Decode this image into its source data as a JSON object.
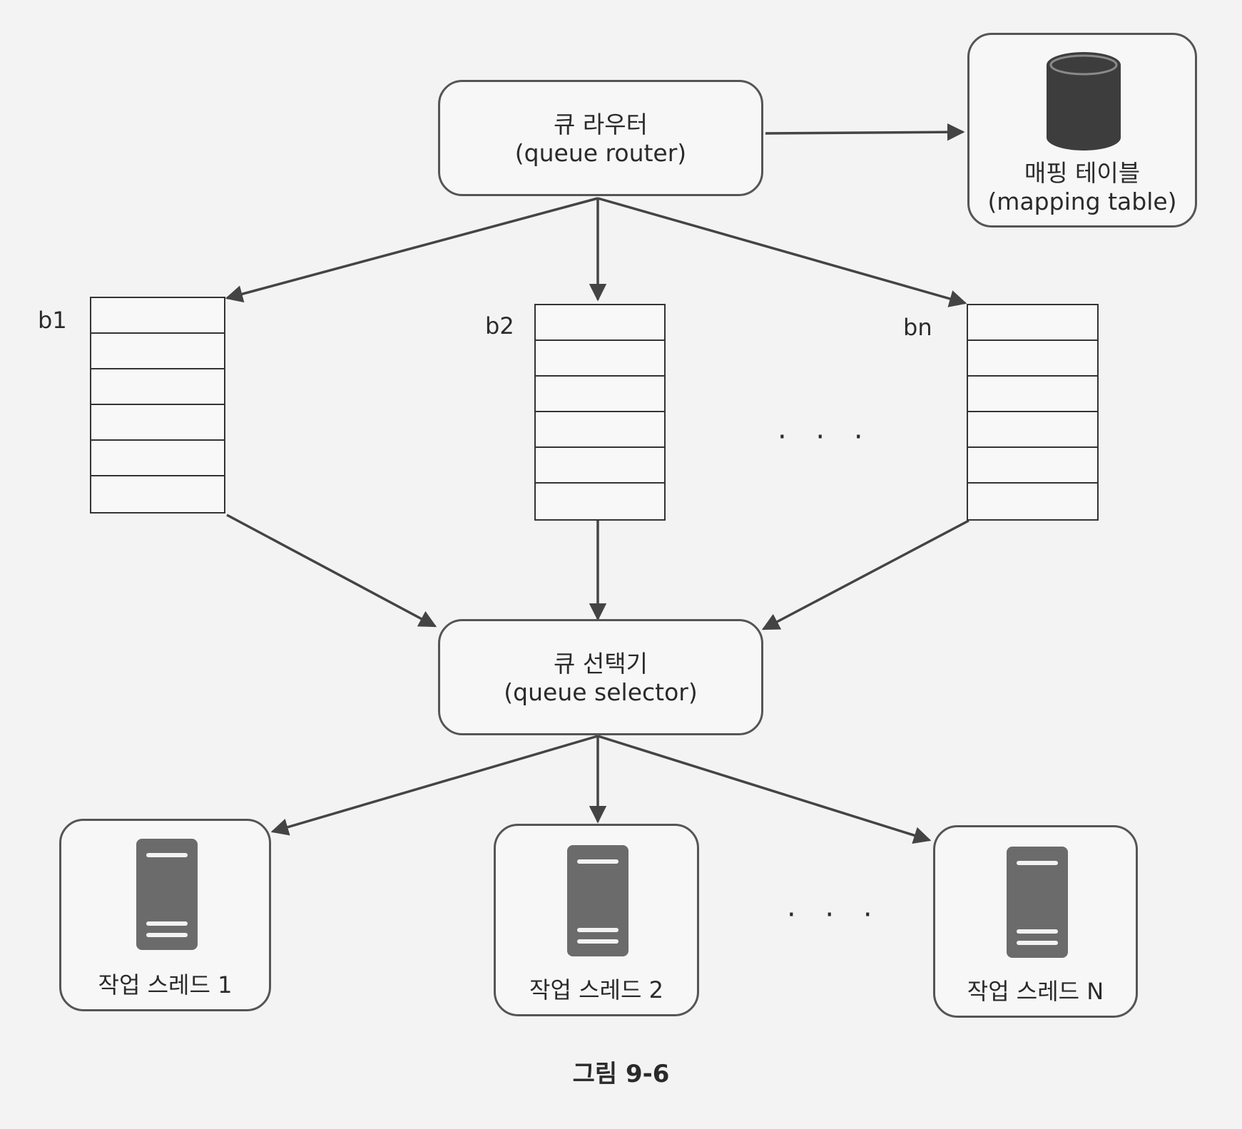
{
  "router": {
    "line1": "큐 라우터",
    "line2": "(queue router)"
  },
  "mapping": {
    "line1": "매핑 테이블",
    "line2": "(mapping table)"
  },
  "queues": [
    {
      "label": "b1"
    },
    {
      "label": "b2"
    },
    {
      "label": "bn"
    }
  ],
  "selector": {
    "line1": "큐 선택기",
    "line2": "(queue selector)"
  },
  "workers": [
    {
      "label": "작업 스레드 1"
    },
    {
      "label": "작업 스레드 2"
    },
    {
      "label": "작업 스레드 N"
    }
  ],
  "ellipsis": "· · ·",
  "caption": "그림 9-6"
}
